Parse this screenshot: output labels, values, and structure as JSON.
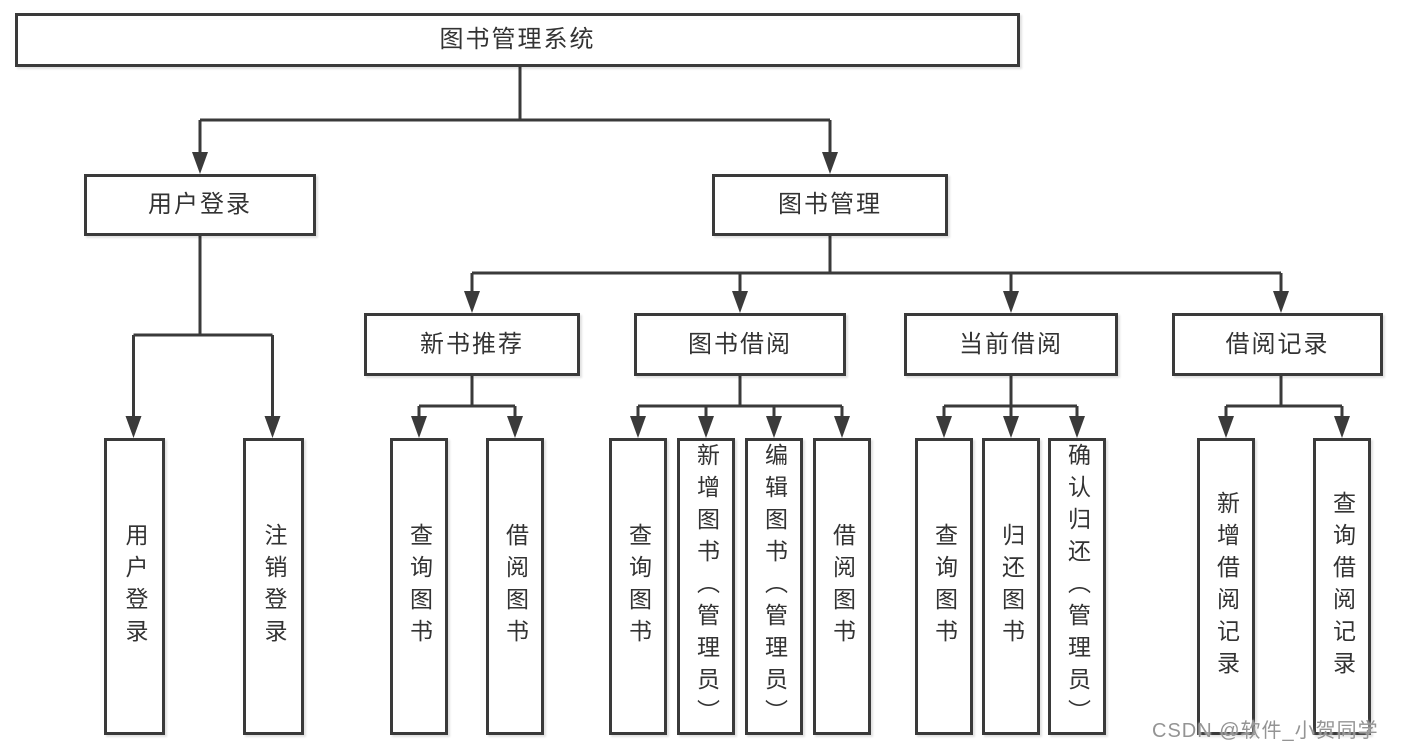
{
  "diagram": {
    "root": {
      "label": "图书管理系统"
    },
    "level2": {
      "user_login": {
        "label": "用户登录"
      },
      "book_management": {
        "label": "图书管理"
      }
    },
    "level3": {
      "new_book_recommend": {
        "label": "新书推荐"
      },
      "book_borrow": {
        "label": "图书借阅"
      },
      "current_borrow": {
        "label": "当前借阅"
      },
      "borrow_records": {
        "label": "借阅记录"
      }
    },
    "leaves": {
      "user_login": {
        "label": "用户登录"
      },
      "logout": {
        "label": "注销登录"
      },
      "nb_query_books": {
        "label": "查询图书"
      },
      "nb_borrow_books": {
        "label": "借阅图书"
      },
      "bb_query_books": {
        "label": "查询图书"
      },
      "bb_add_books": {
        "label": "新增图书（管理员）"
      },
      "bb_edit_books": {
        "label": "编辑图书（管理员）"
      },
      "bb_borrow_books": {
        "label": "借阅图书"
      },
      "cb_query_books": {
        "label": "查询图书"
      },
      "cb_return_books": {
        "label": "归还图书"
      },
      "cb_confirm_return": {
        "label": "确认归还（管理员）"
      },
      "br_add_record": {
        "label": "新增借阅记录"
      },
      "br_query_record": {
        "label": "查询借阅记录"
      }
    },
    "watermark": "CSDN @软件_小贺同学",
    "colors": {
      "line": "#3a3a3a",
      "box_border": "#3a3a3a",
      "text": "#333333",
      "background": "#ffffff",
      "watermark": "#949494"
    }
  }
}
